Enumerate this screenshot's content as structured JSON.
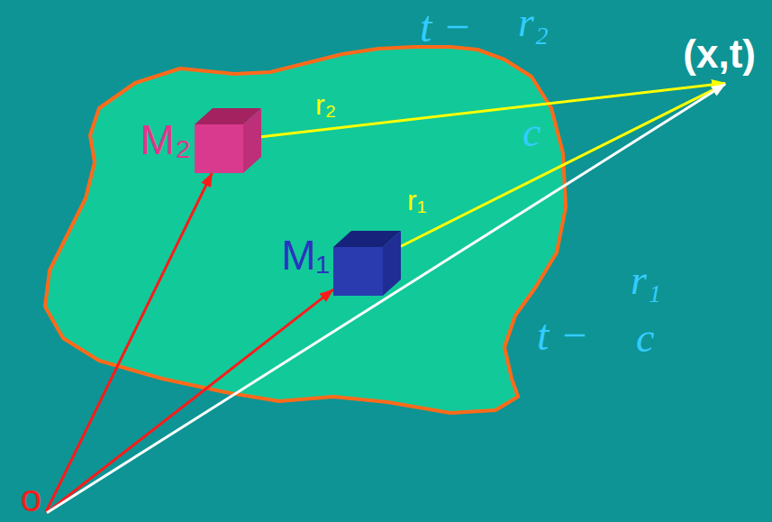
{
  "diagram": {
    "nodes": [
      {
        "text": [
          "M₂"
        ]
      },
      {
        "text": [
          "M₁"
        ]
      },
      {
        "text": [
          "(x,t)"
        ]
      },
      {
        "text": [
          "o"
        ]
      }
    ],
    "edges": [
      {
        "from": 0,
        "to": 2,
        "label": "r₂",
        "arrow": "to"
      },
      {
        "from": 1,
        "to": 2,
        "label": "r₁",
        "arrow": "to"
      },
      {
        "from": 3,
        "to": 0,
        "arrow": "to"
      },
      {
        "from": 3,
        "to": 1,
        "arrow": "to"
      },
      {
        "from": 3,
        "to": 2,
        "arrow": "to"
      }
    ],
    "labels": [
      "t −",
      "r₂",
      "c",
      "t −",
      "r₁",
      "c"
    ]
  }
}
